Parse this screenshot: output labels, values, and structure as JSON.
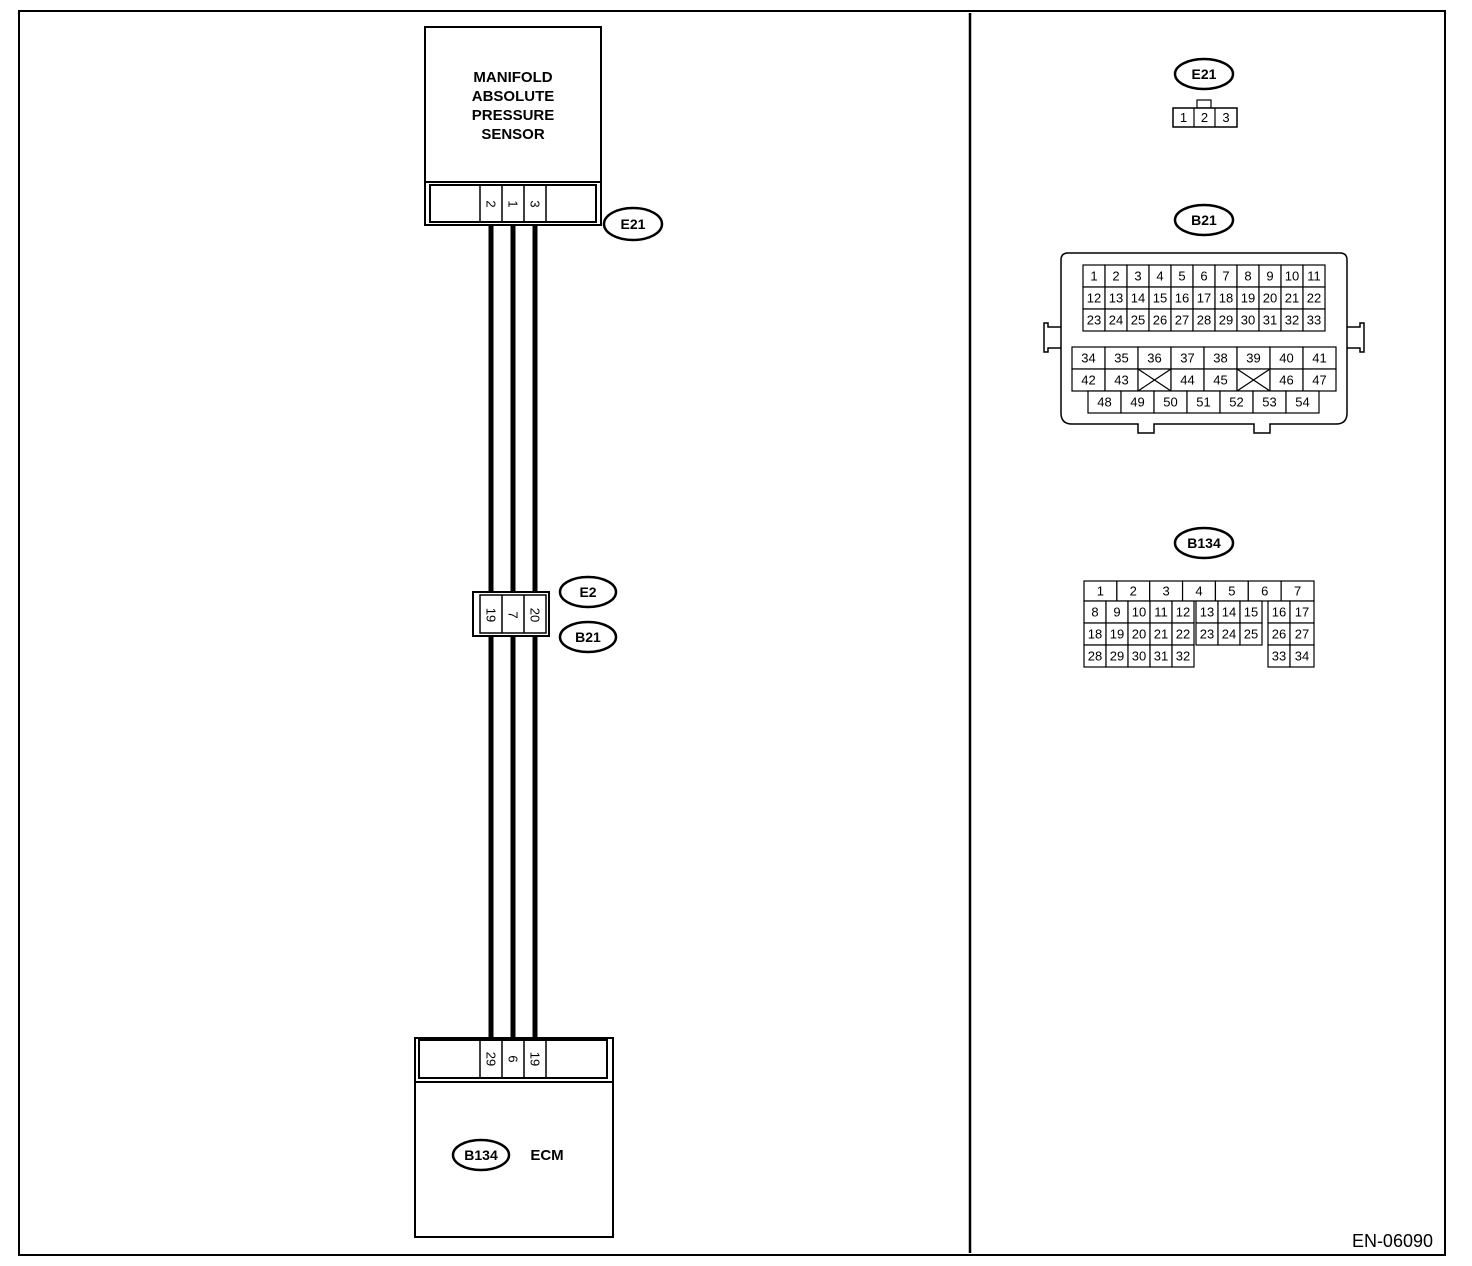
{
  "sensor": {
    "title_lines": [
      "MANIFOLD",
      "ABSOLUTE",
      "PRESSURE",
      "SENSOR"
    ],
    "connector": "E21",
    "pins": [
      "2",
      "1",
      "3"
    ]
  },
  "junction": {
    "connector_top": "E2",
    "connector_bottom": "B21",
    "pins": [
      "19",
      "7",
      "20"
    ]
  },
  "ecm": {
    "name": "ECM",
    "connector": "B134",
    "pins": [
      "29",
      "6",
      "19"
    ]
  },
  "connector_views": {
    "e21": {
      "label": "E21",
      "pins": [
        "1",
        "2",
        "3"
      ]
    },
    "b21": {
      "label": "B21",
      "top_rows": [
        [
          "1",
          "2",
          "3",
          "4",
          "5",
          "6",
          "7",
          "8",
          "9",
          "10",
          "11"
        ],
        [
          "12",
          "13",
          "14",
          "15",
          "16",
          "17",
          "18",
          "19",
          "20",
          "21",
          "22"
        ],
        [
          "23",
          "24",
          "25",
          "26",
          "27",
          "28",
          "29",
          "30",
          "31",
          "32",
          "33"
        ]
      ],
      "row4": [
        "34",
        "35",
        "36",
        "37",
        "38",
        "39",
        "40",
        "41"
      ],
      "row5": [
        "42",
        "43",
        "",
        "44",
        "45",
        "",
        "46",
        "47"
      ],
      "row6": [
        "48",
        "49",
        "50",
        "51",
        "52",
        "53",
        "54"
      ]
    },
    "b134": {
      "label": "B134",
      "row1": [
        "1",
        "2",
        "3",
        "4",
        "5",
        "6",
        "7"
      ],
      "row2": [
        "8",
        "9",
        "10",
        "11",
        "12",
        "13",
        "14",
        "15",
        "16",
        "17"
      ],
      "row3": [
        "18",
        "19",
        "20",
        "21",
        "22",
        "23",
        "24",
        "25",
        "26",
        "27"
      ],
      "row4_left": [
        "28",
        "29",
        "30",
        "31",
        "32"
      ],
      "row4_right": [
        "33",
        "34"
      ]
    }
  },
  "figure_id": "EN-06090"
}
